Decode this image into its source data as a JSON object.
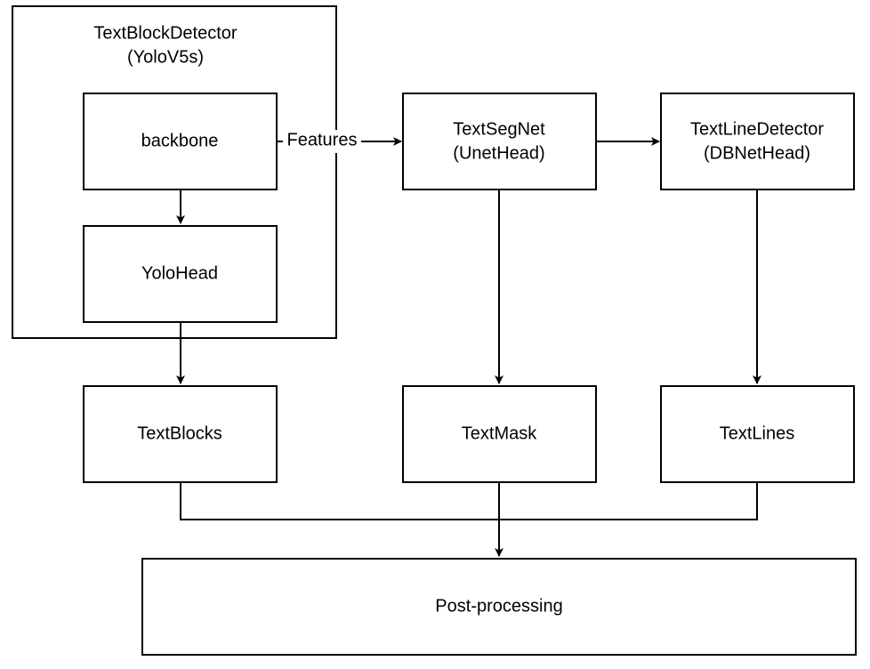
{
  "group": {
    "title_line1": "TextBlockDetector",
    "title_line2": "(YoloV5s)"
  },
  "nodes": {
    "backbone": "backbone",
    "yolohead": "YoloHead",
    "textsegnet_line1": "TextSegNet",
    "textsegnet_line2": "(UnetHead)",
    "textlinedetector_line1": "TextLineDetector",
    "textlinedetector_line2": "(DBNetHead)",
    "textblocks": "TextBlocks",
    "textmask": "TextMask",
    "textlines": "TextLines",
    "postprocessing": "Post-processing"
  },
  "edges": {
    "features_label": "Features"
  },
  "colors": {
    "stroke": "#000000",
    "fill": "#ffffff",
    "text": "#000000"
  }
}
